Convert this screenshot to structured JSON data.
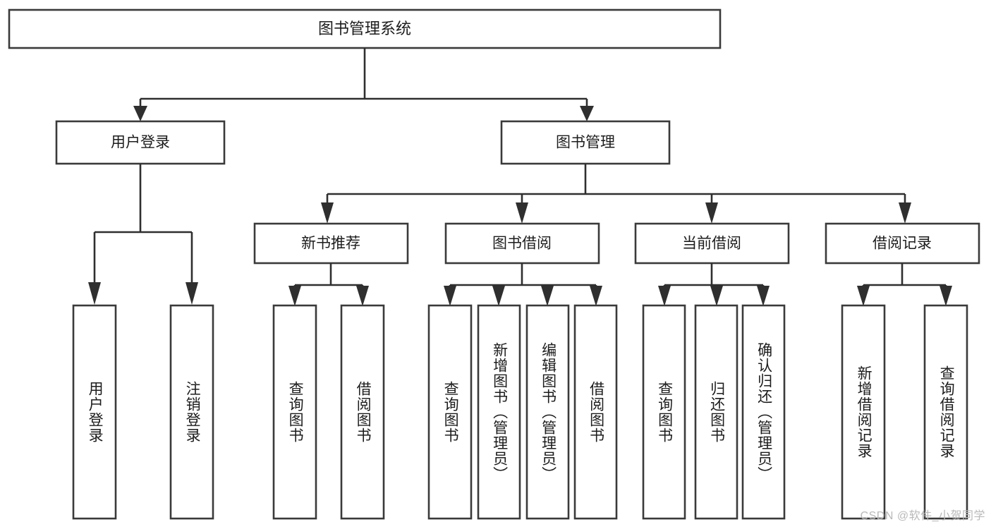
{
  "diagram": {
    "title": "图书管理系统",
    "type": "tree-hierarchy-diagram",
    "orientation": "top-down",
    "colors": {
      "box_fill": "#ffffff",
      "box_stroke": "#3a3a3a",
      "connector": "#2f2f2f",
      "text": "#1c1c1c",
      "background": "#ffffff",
      "watermark": "#b9b9b9"
    },
    "root": {
      "label": "图书管理系统"
    },
    "level2": [
      {
        "label": "用户登录"
      },
      {
        "label": "图书管理"
      }
    ],
    "level3": [
      {
        "label": "新书推荐"
      },
      {
        "label": "图书借阅"
      },
      {
        "label": "当前借阅"
      },
      {
        "label": "借阅记录"
      }
    ],
    "leaves": {
      "user_login": [
        {
          "label": "用户登录"
        },
        {
          "label": "注销登录"
        }
      ],
      "new_book_recommend": [
        {
          "label": "查询图书"
        },
        {
          "label": "借阅图书"
        }
      ],
      "book_borrow": [
        {
          "label": "查询图书"
        },
        {
          "label": "新增图书（管理员）"
        },
        {
          "label": "编辑图书（管理员）"
        },
        {
          "label": "借阅图书"
        }
      ],
      "current_borrow": [
        {
          "label": "查询图书"
        },
        {
          "label": "归还图书"
        },
        {
          "label": "确认归还（管理员）"
        }
      ],
      "borrow_record": [
        {
          "label": "新增借阅记录"
        },
        {
          "label": "查询借阅记录"
        }
      ]
    }
  },
  "watermark": {
    "text": "CSDN @软件_小贺同学"
  }
}
